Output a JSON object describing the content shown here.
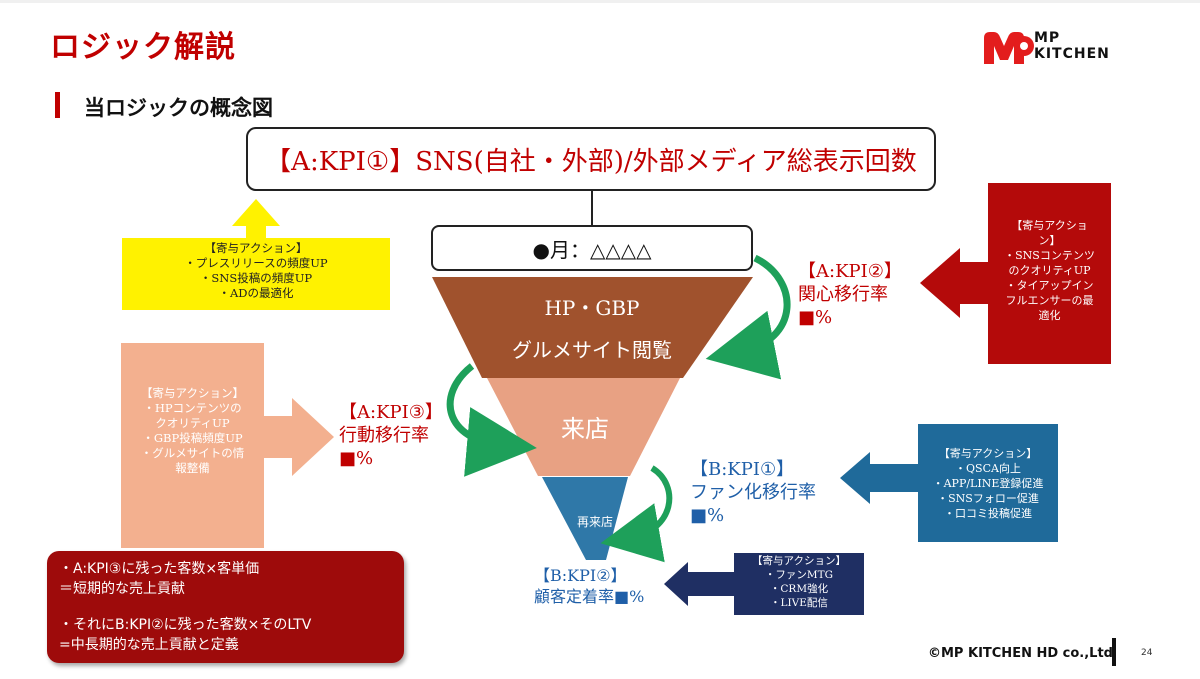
{
  "header": {
    "title": "ロジック解説",
    "subtitle": "当ロジックの概念図",
    "logo_line1": "MP",
    "logo_line2": "KITCHEN"
  },
  "diagram": {
    "top_kpi": "【A:KPI①】SNS(自社・外部)/外部メディア総表示回数",
    "month_label": "●月：△△△△",
    "funnel": {
      "stage1_line1": "HP・GBP",
      "stage1_line2": "グルメサイト閲覧",
      "stage2": "来店",
      "stage3": "再来店"
    },
    "kpi2": {
      "label": "【A:KPI②】",
      "name": "関心移行率",
      "unit": "■%"
    },
    "kpi3": {
      "label": "【A:KPI③】",
      "name": "行動移行率",
      "unit": "■%"
    },
    "bkpi1": {
      "label": "【B:KPI①】",
      "name": "ファン化移行率",
      "unit": "■%"
    },
    "bkpi2": {
      "label": "【B:KPI②】",
      "name": "顧客定着率■%"
    },
    "actions": {
      "yellow": {
        "heading": "【寄与アクション】",
        "items": [
          "・プレスリリースの頻度UP",
          "・SNS投稿の頻度UP",
          "・ADの最適化"
        ]
      },
      "dark_red": {
        "lines": [
          "【寄与アクショ",
          "ン】",
          "・SNSコンテンツ",
          "のクオリティUP",
          "・タイアップイン",
          "フルエンサーの最",
          "適化"
        ]
      },
      "salmon": {
        "lines": [
          "【寄与アクション】",
          "・HPコンテンツの",
          "クオリティUP",
          "・GBP投稿頻度UP",
          "・グルメサイトの情",
          "報整備"
        ]
      },
      "blue": {
        "heading": "【寄与アクション】",
        "items": [
          "・QSCA向上",
          "・APP/LINE登録促進",
          "・SNSフォロー促進",
          "・口コミ投稿促進"
        ]
      },
      "navy": {
        "heading": "【寄与アクション】",
        "items": [
          "・ファンMTG",
          "・CRM強化",
          "・LIVE配信"
        ]
      }
    }
  },
  "note": {
    "line1": "・A:KPI③に残った客数×客単価",
    "line2": "＝短期的な売上貢献",
    "line3": "・それにB:KPI②に残った客数×そのLTV",
    "line4": "=中長期的な売上貢献と定義"
  },
  "footer": {
    "copyright": "©MP KITCHEN HD co.,Ltd",
    "page": "24"
  },
  "colors": {
    "accent_red": "#c00000",
    "funnel_top": "#a0522d",
    "funnel_mid": "#e8a183",
    "funnel_bottom": "#2f78a8",
    "arrow_green": "#1ea05a",
    "yellow": "#fff200",
    "dark_red": "#b40a0a",
    "salmon": "#f3b08f",
    "blue": "#1f6a9a",
    "navy": "#1f2f63"
  }
}
